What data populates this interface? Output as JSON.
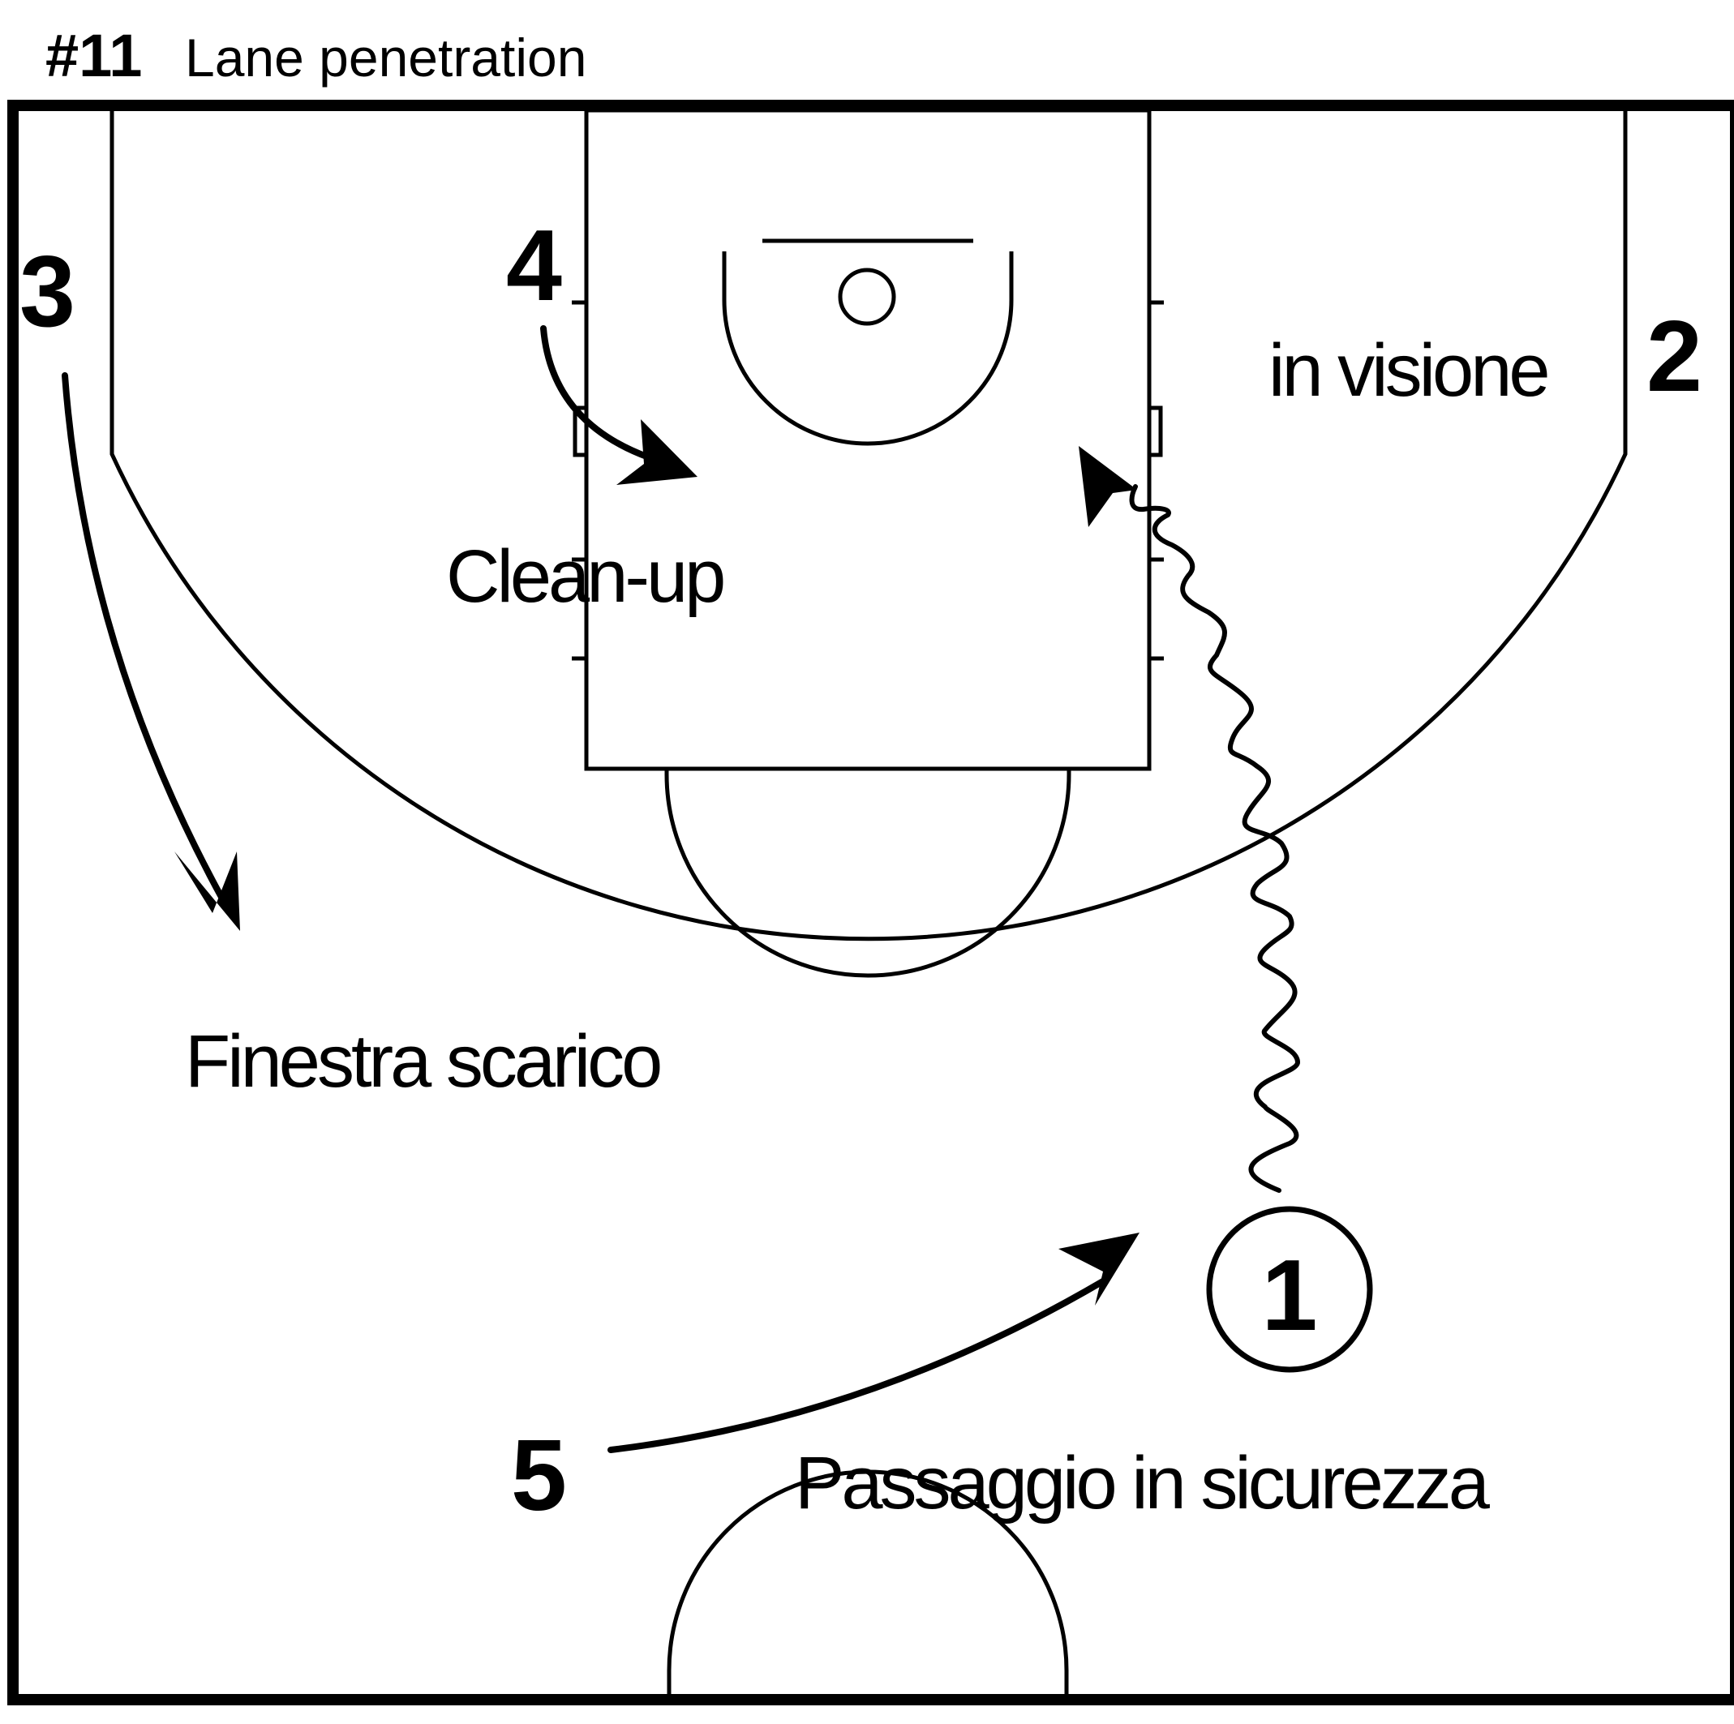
{
  "header": {
    "number": "#11",
    "title": "Lane penetration"
  },
  "players": {
    "p1": "1",
    "p2": "2",
    "p3": "3",
    "p4": "4",
    "p5": "5"
  },
  "annotations": {
    "clean_up": "Clean-up",
    "in_visione": "in visione",
    "finestra_scarico": "Finestra scarico",
    "passaggio_sicurezza": "Passaggio in sicurezza"
  },
  "colors": {
    "ink": "#000000",
    "background": "#ffffff"
  }
}
